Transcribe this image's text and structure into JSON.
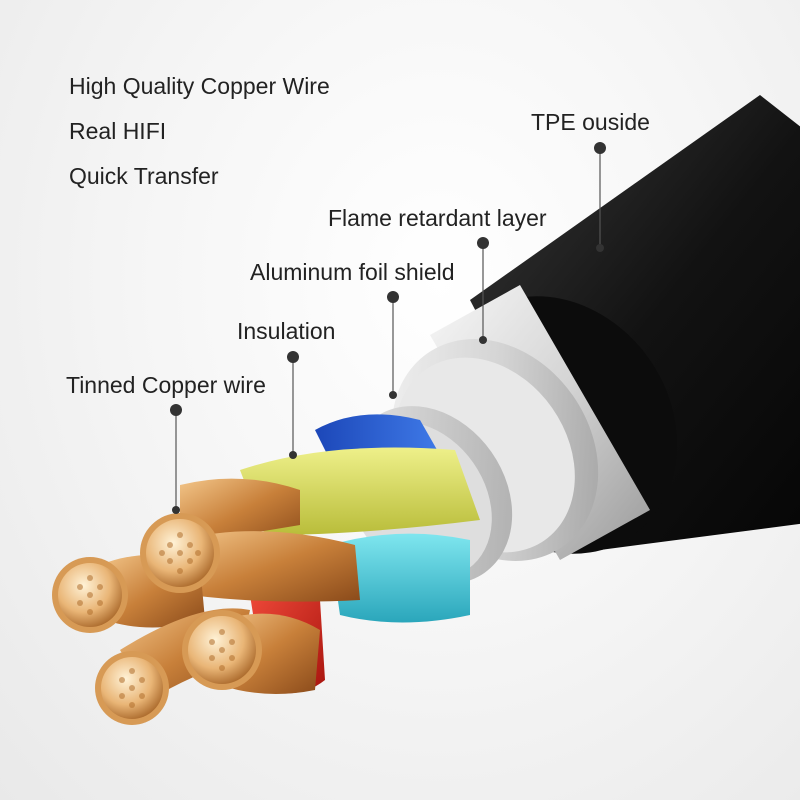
{
  "features": [
    "High Quality Copper Wire",
    "Real HIFI",
    "Quick Transfer"
  ],
  "labels": {
    "tpe": "TPE ouside",
    "flame": "Flame retardant layer",
    "foil": "Aluminum foil shield",
    "insulation": "Insulation",
    "copper": "Tinned Copper wire"
  },
  "colors": {
    "jacket": "#1a1a1a",
    "flame_layer": "#dcdcdc",
    "foil_layer": "#c9c9c9",
    "insulation_blue": "#2a5fd6",
    "insulation_yellow": "#d8dc5c",
    "insulation_cyan": "#3cc3d6",
    "insulation_red": "#d62a22",
    "copper": "#c9823a"
  }
}
